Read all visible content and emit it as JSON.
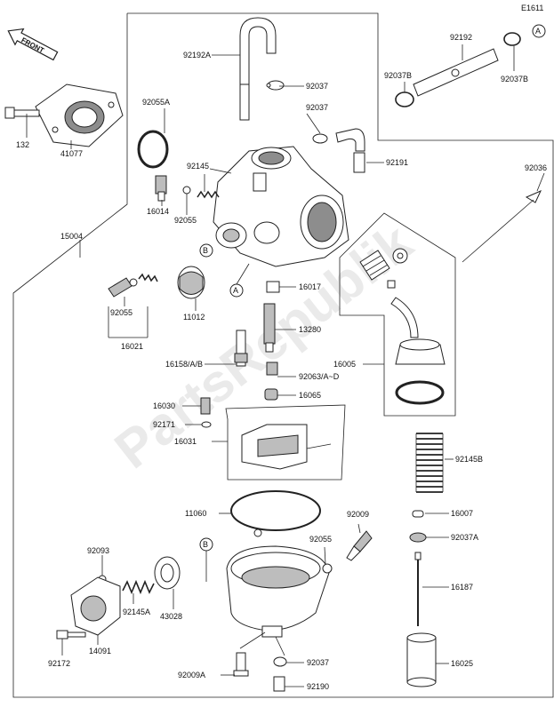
{
  "diagram_id": "E1611",
  "direction_badge": "FRONT",
  "reference_markers": {
    "a": "A",
    "b": "B"
  },
  "watermark": "PartsRepublik",
  "parts": {
    "p92192a": "92192A",
    "p92037_top": "92037",
    "p92055a": "92055A",
    "p92037_mid": "92037",
    "p132": "132",
    "p41077": "41077",
    "p92145": "92145",
    "p92191": "92191",
    "p16014": "16014",
    "p92055_top": "92055",
    "p15004": "15004",
    "p16021": "16021",
    "p92055_left": "92055",
    "p11012": "11012",
    "p16017": "16017",
    "p13280": "13280",
    "p16158": "16158/A/B",
    "p92063": "92063/A~D",
    "p16065": "16065",
    "p16030": "16030",
    "p92171": "92171",
    "p16031": "16031",
    "p16005": "16005",
    "p92192": "92192",
    "p92037b_l": "92037B",
    "p92037b_r": "92037B",
    "p92036": "92036",
    "p92145b": "92145B",
    "p11060": "11060",
    "p92009": "92009",
    "p92055_bot": "92055",
    "p16007": "16007",
    "p92037a": "92037A",
    "p16187": "16187",
    "p92093": "92093",
    "p43028": "43028",
    "p92145a": "92145A",
    "p14091": "14091",
    "p92172": "92172",
    "p92009a": "92009A",
    "p92037_bot": "92037",
    "p92190": "92190",
    "p16025": "16025"
  },
  "colors": {
    "line": "#222222",
    "shade": "#bdbdbd",
    "watermark": "#d9d9d9"
  }
}
